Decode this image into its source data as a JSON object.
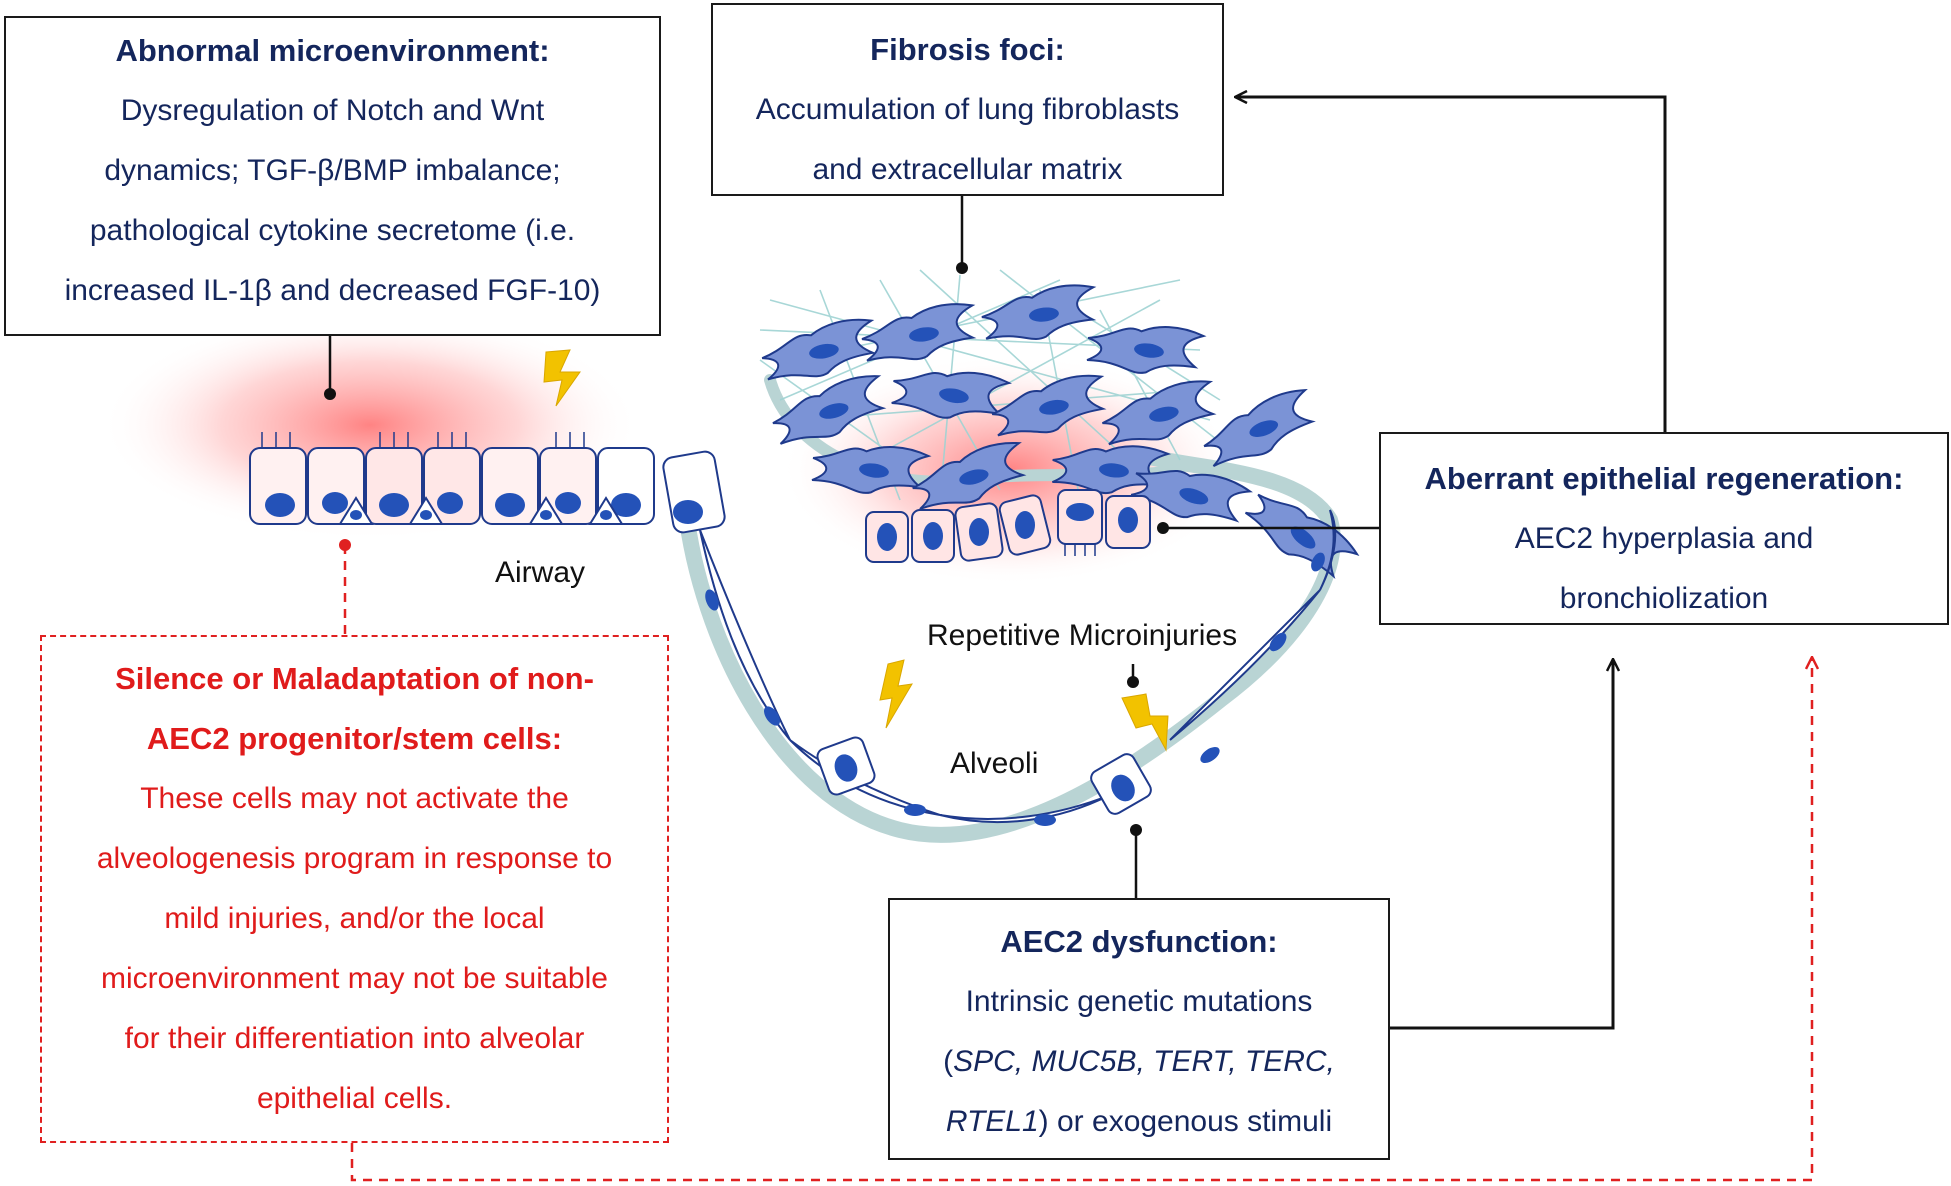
{
  "colors": {
    "box_text": "#14265c",
    "red_text": "#e01b1b",
    "cell_fill": "#7b93d6",
    "cell_stroke": "#1f3a8c",
    "nucleus": "#2452b8",
    "bolt": "#f2c200",
    "wall": "#b9d4d4",
    "glow": "#ff6f6f"
  },
  "icons": {
    "lightning": "lightning-bolt-icon",
    "fibroblast": "fibroblast-cell-icon"
  },
  "boxes": {
    "abnormal": {
      "title": "Abnormal microenvironment:",
      "lines": [
        "Dysregulation of Notch and Wnt",
        "dynamics; TGF-β/BMP imbalance;",
        "pathological cytokine secretome (i.e.",
        "increased IL-1β and decreased FGF-10)"
      ]
    },
    "fibrosis": {
      "title": "Fibrosis foci:",
      "lines": [
        "Accumulation of lung fibroblasts",
        "and extracellular matrix"
      ]
    },
    "aberrant": {
      "title": "Aberrant epithelial regeneration:",
      "lines": [
        "AEC2 hyperplasia and",
        "bronchiolization"
      ]
    },
    "dysfunction": {
      "title": "AEC2 dysfunction:",
      "line1": "Intrinsic genetic mutations",
      "line2_open": "(",
      "line2_italic": "SPC, MUC5B, TERT, TERC,",
      "line3_italic": "RTEL1",
      "line3_rest": ") or exogenous stimuli"
    },
    "silence": {
      "title_lines": [
        "Silence or Maladaptation of non-",
        "AEC2 progenitor/stem cells:"
      ],
      "lines": [
        "These cells may not activate the",
        "alveologenesis program in response to",
        "mild injuries, and/or the local",
        "microenvironment may not be suitable",
        "for their differentiation into alveolar",
        "epithelial cells."
      ]
    }
  },
  "labels": {
    "airway": "Airway",
    "repetitive": "Repetitive Microinjuries",
    "alveoli": "Alveoli"
  }
}
